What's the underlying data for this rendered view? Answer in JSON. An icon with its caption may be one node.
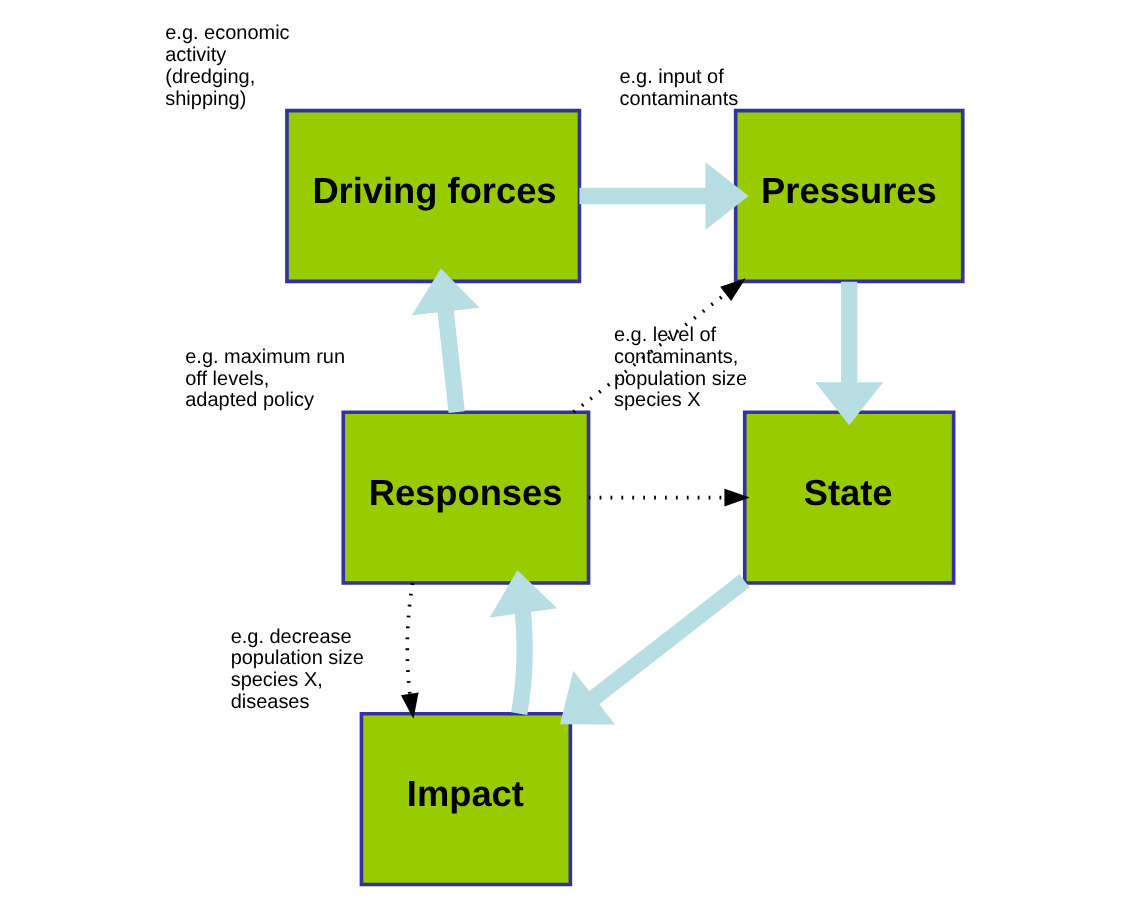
{
  "diagram": {
    "nodes": [
      {
        "text": [
          "Driving forces"
        ],
        "beside": [
          "e.g. economic activity (dredging, shipping)"
        ]
      },
      {
        "text": [
          "Pressures"
        ],
        "beside": [
          "e.g. input of contaminants"
        ]
      },
      {
        "text": [
          "State"
        ],
        "beside": [
          "e.g. level of contaminants, population size species X"
        ]
      },
      {
        "text": [
          "Impact"
        ],
        "beside": [
          "e.g. decrease population size species X, diseases"
        ]
      },
      {
        "text": [
          "Responses"
        ],
        "beside": [
          "e.g. maximum run off levels, adapted policy"
        ]
      }
    ],
    "edges": [
      {
        "from": 0,
        "to": 1,
        "arrow": "to"
      },
      {
        "from": 1,
        "to": 2,
        "arrow": "to"
      },
      {
        "from": 2,
        "to": 3,
        "arrow": "to"
      },
      {
        "from": 3,
        "to": 4,
        "arrow": "to"
      },
      {
        "from": 4,
        "to": 0,
        "arrow": "to"
      },
      {
        "from": 4,
        "to": 1,
        "arrow": "to",
        "style": "dashed",
        "color": "#000000"
      },
      {
        "from": 4,
        "to": 2,
        "arrow": "to",
        "style": "dashed",
        "color": "#000000"
      },
      {
        "from": 4,
        "to": 3,
        "arrow": "to",
        "style": "dashed",
        "color": "#000000"
      }
    ]
  }
}
